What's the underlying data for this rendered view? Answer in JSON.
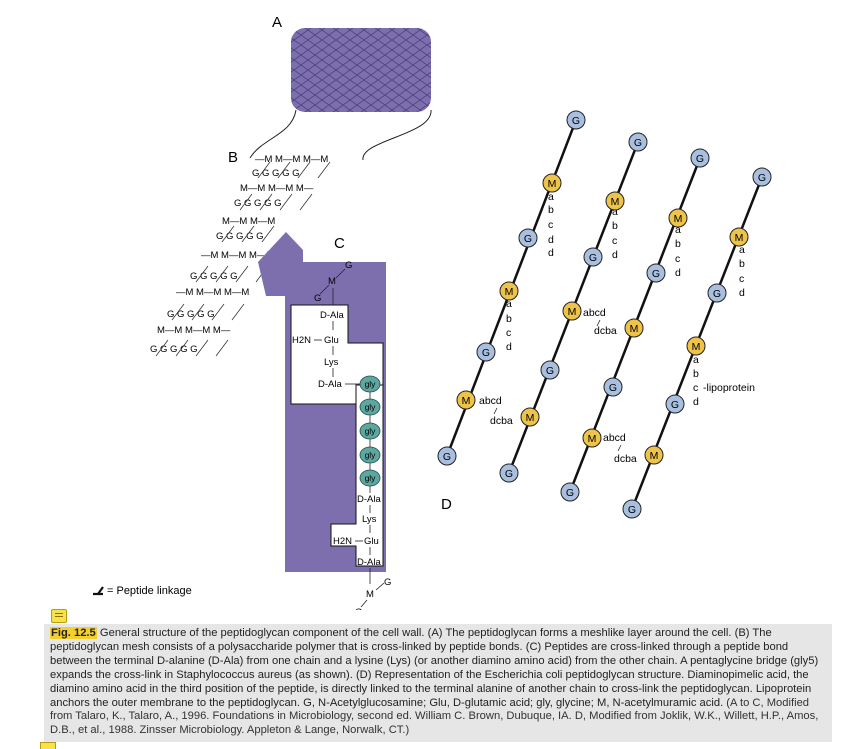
{
  "panel_labels": {
    "a": "A",
    "b": "B",
    "c": "C",
    "d": "D"
  },
  "legend": {
    "symbol_name": "peptide-linkage-symbol",
    "text": "= Peptide linkage"
  },
  "panel_b": {
    "rows": [
      "—M  M—M  M—M",
      "G  G  G  G  G",
      "M—M  M—M  M—",
      "G  G  G  G  G",
      "M—M  M—M",
      "G  G  G  G  G",
      "—M  M—M  M—M",
      "G  G  G  G  G",
      "—M  M—M  M—M",
      "G  G  G  G  G",
      "M—M  M—M  M—",
      "G  G  G  G  G"
    ]
  },
  "panel_c": {
    "top_sugars": {
      "g1": "G",
      "m": "M",
      "g2": "G"
    },
    "chain1": [
      "D-Ala",
      "Glu",
      "Lys",
      "D-Ala"
    ],
    "h2n": "H2N",
    "bridge": [
      "gly",
      "gly",
      "gly",
      "gly",
      "gly"
    ],
    "chain2": [
      "D-Ala",
      "Lys",
      "Glu",
      "D-Ala"
    ],
    "bottom_sugars": {
      "g1": "G",
      "m": "M",
      "g2": "G"
    }
  },
  "panel_d": {
    "g": "G",
    "m": "M",
    "peptide_letters": [
      "a",
      "b",
      "c",
      "d"
    ],
    "abcd": "abcd",
    "dcba": "dcba",
    "lipoprotein": "-lipoprotein"
  },
  "colors": {
    "wall_purple": "#7d6fae",
    "mesh_line": "#4a3f80",
    "g_circle": "#a9bfe0",
    "m_circle": "#eec34a",
    "gly_circle": "#5ea7a0"
  },
  "caption": {
    "label": "Fig. 12.5",
    "text": " General structure of the peptidoglycan component of the cell wall. (A) The peptidoglycan forms a meshlike layer around the cell. (B) The peptidoglycan mesh consists of a polysaccharide polymer that is cross-linked by peptide bonds. (C) Peptides are cross-linked through a peptide bond between the terminal D-alanine (D-Ala) from one chain and a lysine (Lys) (or another diamino amino acid) from the other chain. A pentaglycine bridge (gly5) expands the cross-link in Staphylococcus aureus (as shown). (D) Representation of the Escherichia coli peptidoglycan structure. Diaminopimelic acid, the diamino amino acid in the third position of the peptide, is directly linked to the terminal alanine of another chain to cross-link the peptidoglycan. Lipoprotein anchors the outer membrane to the peptidoglycan. G, N-Acetylglucosamine; Glu, D-glutamic acid; gly, glycine; M, N-acetylmuramic acid.",
    "source": " (A to C, Modified from Talaro, K., Talaro, A., 1996. Foundations in Microbiology, second ed. William C. Brown, Dubuque, IA. D, Modified from Joklik, W.K., Willett, H.P., Amos, D.B., et al., 1988. Zinsser Microbiology. Appleton & Lange, Norwalk, CT.)"
  }
}
